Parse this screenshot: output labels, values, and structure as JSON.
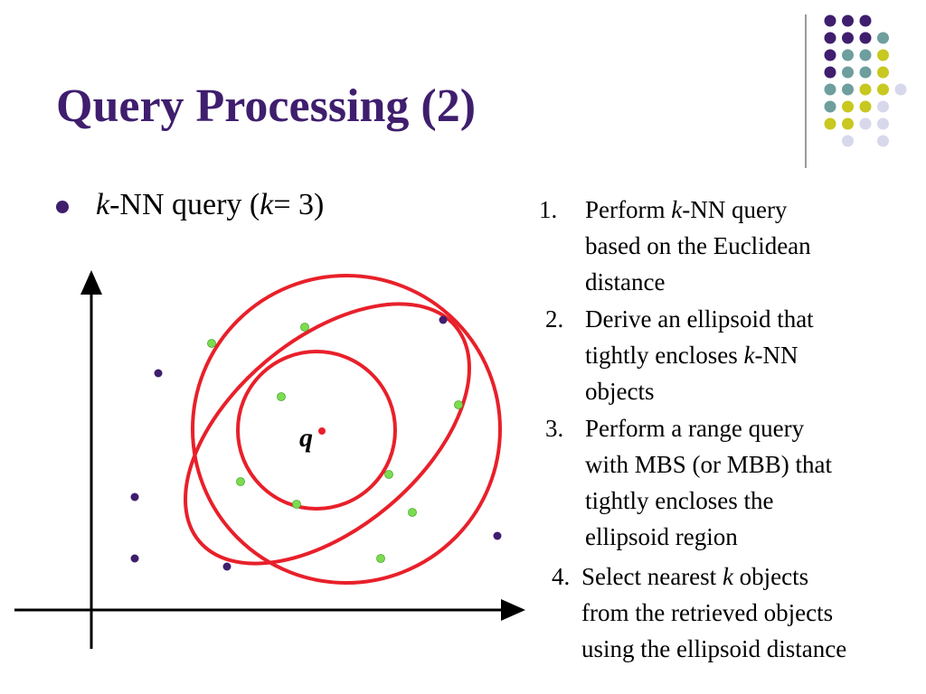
{
  "slide": {
    "title": "Query Processing (2)",
    "bullet": {
      "k_var": "k",
      "part1": "-NN query (",
      "k_var2": "k",
      "part2": " = 3)"
    },
    "steps": [
      {
        "num": "1.",
        "lines": [
          [
            {
              "t": "Perform "
            },
            {
              "t": "k",
              "i": true
            },
            {
              "t": "-NN query"
            }
          ],
          [
            {
              "t": "based on the Euclidean"
            }
          ],
          [
            {
              "t": " distance"
            }
          ]
        ]
      },
      {
        "num": "2.",
        "lines": [
          [
            {
              "t": "Derive an ellipsoid that"
            }
          ],
          [
            {
              "t": "tightly encloses "
            },
            {
              "t": "k",
              "i": true
            },
            {
              "t": "-NN"
            }
          ],
          [
            {
              "t": "objects"
            }
          ]
        ]
      },
      {
        "num": "3.",
        "lines": [
          [
            {
              "t": "Perform a range query"
            }
          ],
          [
            {
              "t": "with MBS (or MBB) that"
            }
          ],
          [
            {
              "t": "tightly encloses the"
            }
          ],
          [
            {
              "t": "ellipsoid region"
            }
          ]
        ]
      },
      {
        "num": "4.",
        "lines": [
          [
            {
              "t": "Select nearest "
            },
            {
              "t": "k",
              "i": true
            },
            {
              "t": " objects"
            }
          ],
          [
            {
              "t": "from the retrieved objects"
            }
          ],
          [
            {
              "t": "using the ellipsoid distance"
            }
          ]
        ]
      }
    ],
    "query_label": "q"
  },
  "colors": {
    "title": "#3f1e6e",
    "purple": "#3f1e6e",
    "teal": "#6e9e9e",
    "olive": "#c8c820",
    "lavender": "#d8d8ec",
    "circle": "#e8202a",
    "inside_point": "#7cdc50",
    "outside_point": "#3f1e6e",
    "query_point": "#e8202a"
  },
  "decor_dots": [
    [
      "purple",
      "purple",
      "purple",
      null
    ],
    [
      "purple",
      "purple",
      "purple",
      "teal"
    ],
    [
      "purple",
      "teal",
      "teal",
      "olive"
    ],
    [
      "purple",
      "teal",
      "teal",
      "olive"
    ],
    [
      "teal",
      "teal",
      "olive",
      "olive",
      "lavender"
    ],
    [
      "teal",
      "olive",
      "olive",
      "lavender"
    ],
    [
      "olive",
      "olive",
      "lavender",
      "lavender"
    ],
    [
      null,
      "lavender",
      null,
      "lavender"
    ]
  ]
}
